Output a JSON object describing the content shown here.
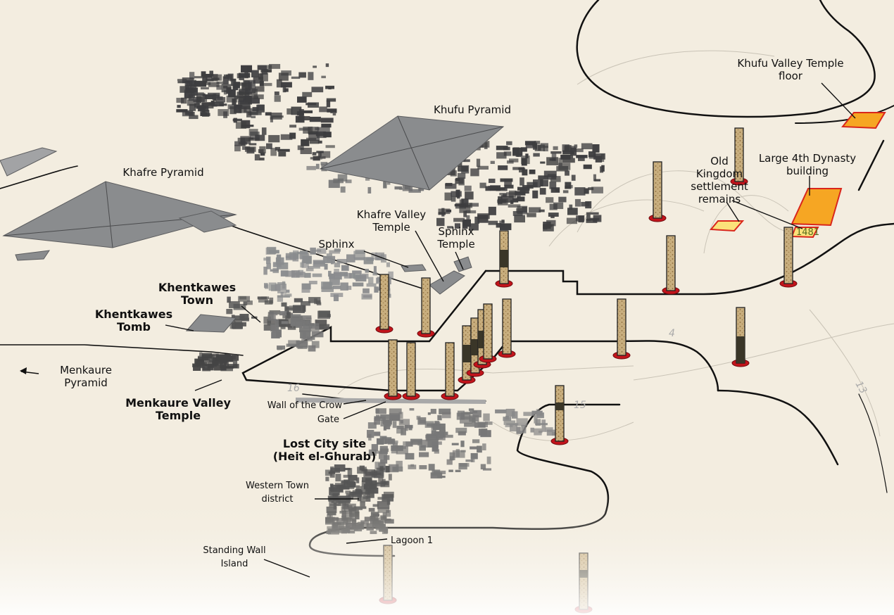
{
  "title": "Giza plateau site map with core sample locations",
  "colors": {
    "background": "#f3ede0",
    "structure": "#8a8c8e",
    "building_dark": "#3d3d3f",
    "road": "#111111",
    "core_tan": "#c8ae7e",
    "core_dark": "#3a3628",
    "core_base": "#c2141b",
    "highlight_orange": "#f6a623",
    "highlight_yellow": "#fbe27a",
    "highlight_border": "#d9261c"
  },
  "labels": {
    "khufu_pyramid": "Khufu Pyramid",
    "khafre_pyramid": "Khafre Pyramid",
    "khafre_valley_temple": [
      "Khafre Valley",
      "Temple"
    ],
    "sphinx": "Sphinx",
    "sphinx_temple": [
      "Sphinx",
      "Temple"
    ],
    "khentkawes_town": [
      "Khentkawes",
      "Town"
    ],
    "khentkawes_tomb": [
      "Khentkawes",
      "Tomb"
    ],
    "menkaure_pyramid": [
      "Menkaure",
      "Pyramid"
    ],
    "menkaure_valley_temple": [
      "Menkaure Valley",
      "Temple"
    ],
    "wall_of_the_crow": "Wall of the Crow",
    "gate": "Gate",
    "lost_city": [
      "Lost City site",
      "(Heit el-Ghurab)"
    ],
    "western_town": [
      "Western Town",
      "district"
    ],
    "lagoon": "Lagoon 1",
    "standing_wall": [
      "Standing Wall",
      "Island"
    ],
    "khufu_valley_temple": [
      "Khufu Valley Temple",
      "floor"
    ],
    "large_building": [
      "Large 4th Dynasty",
      "building"
    ],
    "settlement": [
      "Old",
      "Kingdom",
      "settlement",
      "remains"
    ],
    "settlement_tag": "1481"
  },
  "contour_numbers": [
    "16",
    "15",
    "13",
    "4"
  ],
  "icons": {
    "direction_arrow": "arrow-left-icon"
  },
  "core_sample_count": 20
}
